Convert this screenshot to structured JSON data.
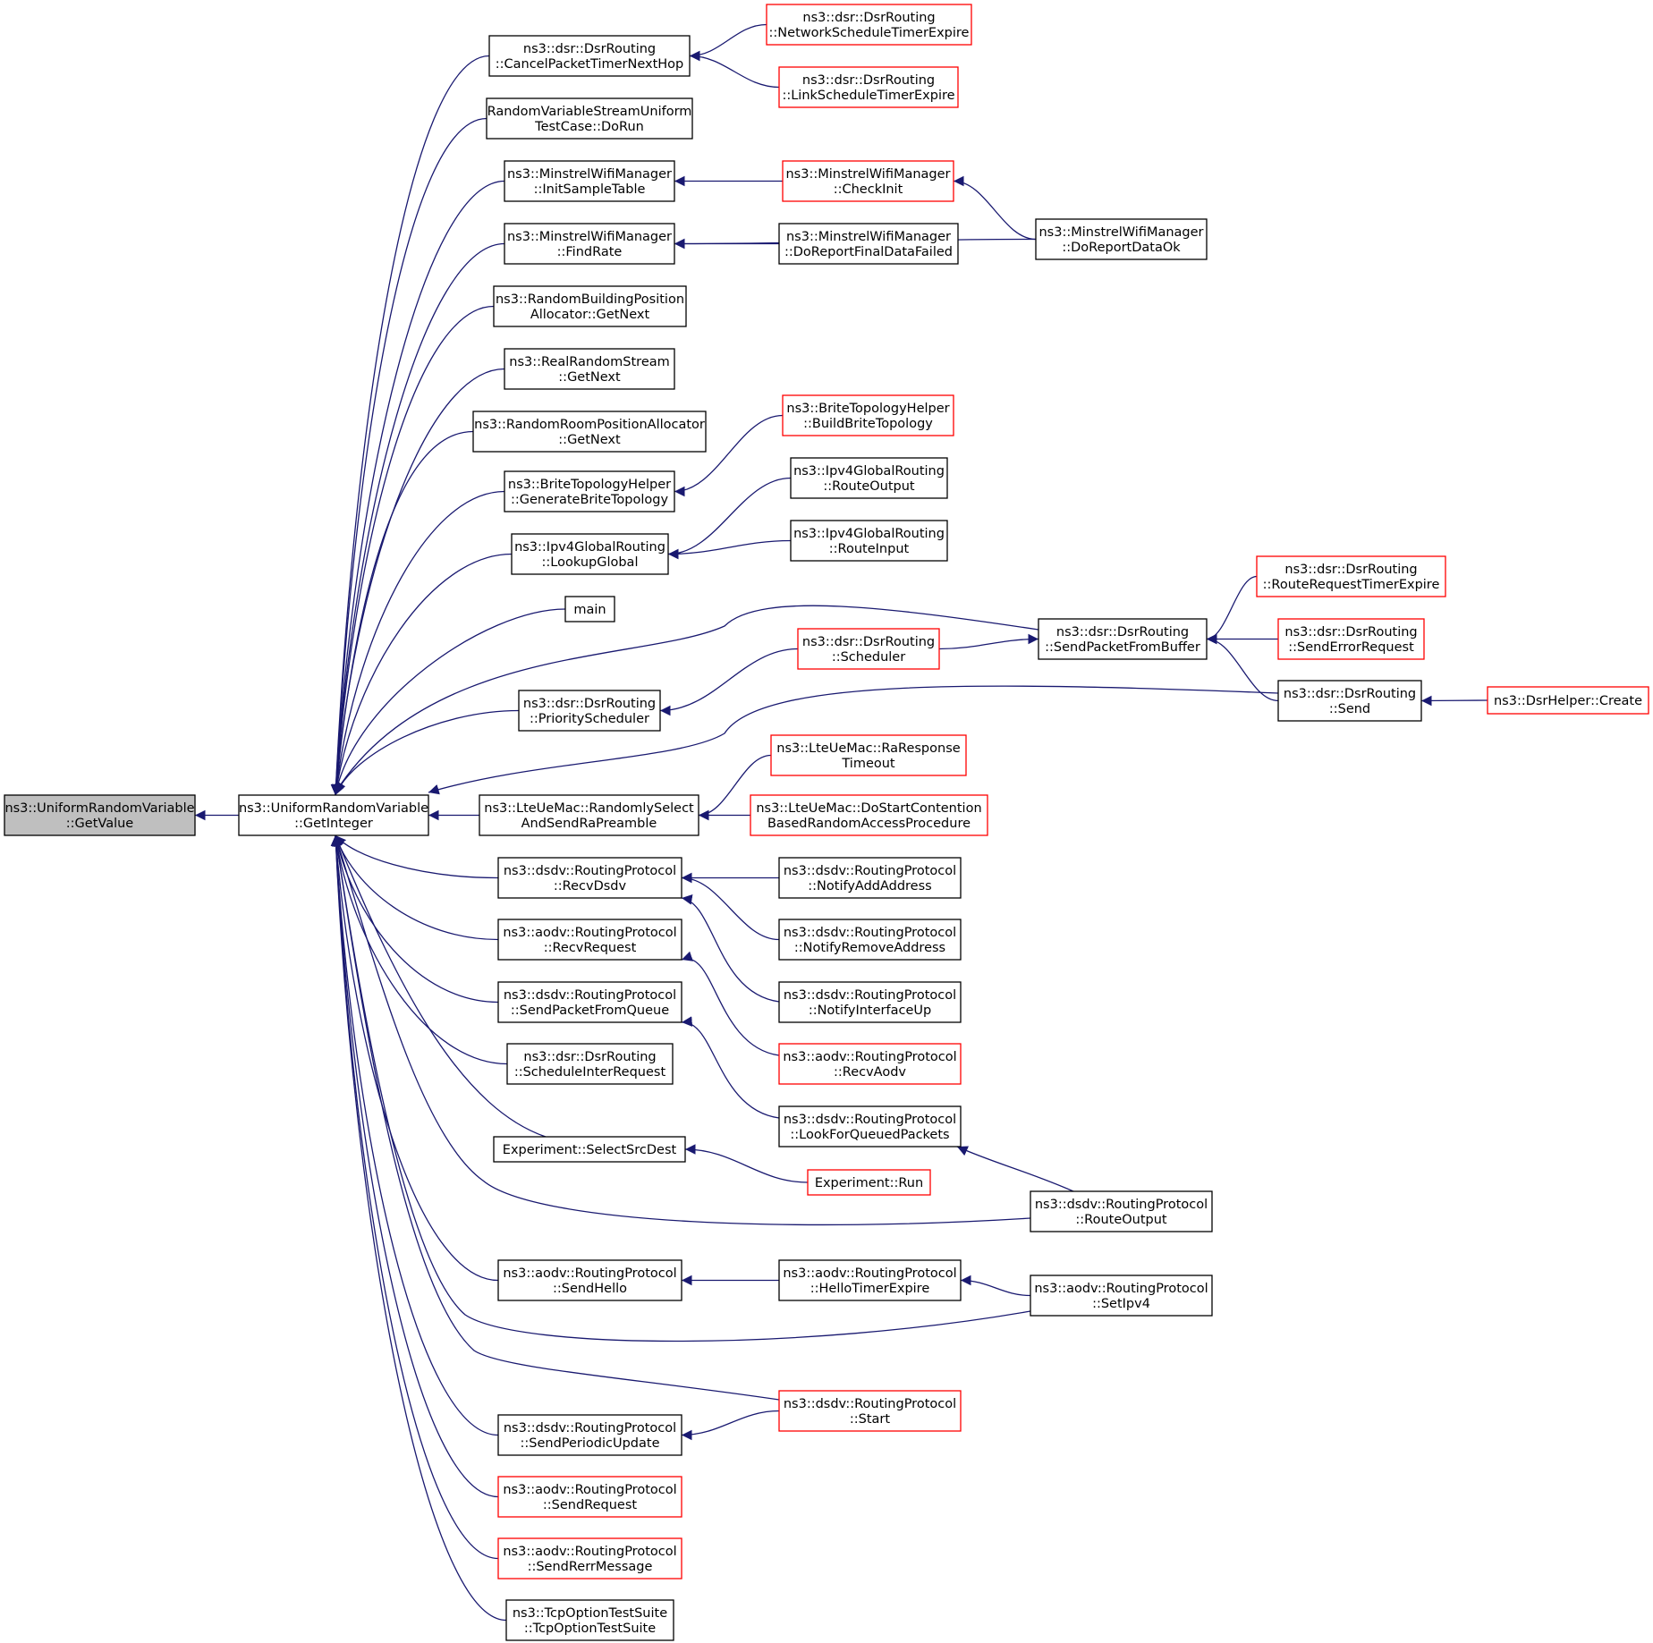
{
  "colors": {
    "edge": "#191970",
    "node_border": "#000000",
    "truncated_border": "#ff0000",
    "focus_fill": "#bfbfbf",
    "node_fill": "#ffffff"
  },
  "nodes": [
    {
      "id": "getvalue",
      "lines": [
        "ns3::UniformRandomVariable",
        "::GetValue"
      ],
      "style": "focus"
    },
    {
      "id": "getinteger",
      "lines": [
        "ns3::UniformRandomVariable",
        "::GetInteger"
      ],
      "style": "normal"
    },
    {
      "id": "cancelpacket",
      "lines": [
        "ns3::dsr::DsrRouting",
        "::CancelPacketTimerNextHop"
      ],
      "style": "normal"
    },
    {
      "id": "networkschedule",
      "lines": [
        "ns3::dsr::DsrRouting",
        "::NetworkScheduleTimerExpire"
      ],
      "style": "truncated"
    },
    {
      "id": "linkschedule",
      "lines": [
        "ns3::dsr::DsrRouting",
        "::LinkScheduleTimerExpire"
      ],
      "style": "truncated"
    },
    {
      "id": "rvsuniform",
      "lines": [
        "RandomVariableStreamUniform",
        "TestCase::DoRun"
      ],
      "style": "normal"
    },
    {
      "id": "initsample",
      "lines": [
        "ns3::MinstrelWifiManager",
        "::InitSampleTable"
      ],
      "style": "normal"
    },
    {
      "id": "checkinit",
      "lines": [
        "ns3::MinstrelWifiManager",
        "::CheckInit"
      ],
      "style": "truncated"
    },
    {
      "id": "reportdataok",
      "lines": [
        "ns3::MinstrelWifiManager",
        "::DoReportDataOk"
      ],
      "style": "normal"
    },
    {
      "id": "findrate",
      "lines": [
        "ns3::MinstrelWifiManager",
        "::FindRate"
      ],
      "style": "normal"
    },
    {
      "id": "reportfinal",
      "lines": [
        "ns3::MinstrelWifiManager",
        "::DoReportFinalDataFailed"
      ],
      "style": "normal"
    },
    {
      "id": "rbpa",
      "lines": [
        "ns3::RandomBuildingPosition",
        "Allocator::GetNext"
      ],
      "style": "normal"
    },
    {
      "id": "realrandom",
      "lines": [
        "ns3::RealRandomStream",
        "::GetNext"
      ],
      "style": "normal"
    },
    {
      "id": "rrpa",
      "lines": [
        "ns3::RandomRoomPositionAllocator",
        "::GetNext"
      ],
      "style": "normal"
    },
    {
      "id": "buildbrite",
      "lines": [
        "ns3::BriteTopologyHelper",
        "::BuildBriteTopology"
      ],
      "style": "truncated"
    },
    {
      "id": "generatebrite",
      "lines": [
        "ns3::BriteTopologyHelper",
        "::GenerateBriteTopology"
      ],
      "style": "normal"
    },
    {
      "id": "routeoutput4",
      "lines": [
        "ns3::Ipv4GlobalRouting",
        "::RouteOutput"
      ],
      "style": "normal"
    },
    {
      "id": "routeinput4",
      "lines": [
        "ns3::Ipv4GlobalRouting",
        "::RouteInput"
      ],
      "style": "normal"
    },
    {
      "id": "lookupglobal",
      "lines": [
        "ns3::Ipv4GlobalRouting",
        "::LookupGlobal"
      ],
      "style": "normal"
    },
    {
      "id": "routereqtimer",
      "lines": [
        "ns3::dsr::DsrRouting",
        "::RouteRequestTimerExpire"
      ],
      "style": "truncated"
    },
    {
      "id": "main",
      "lines": [
        "main"
      ],
      "style": "normal"
    },
    {
      "id": "sendpacketbuffer",
      "lines": [
        "ns3::dsr::DsrRouting",
        "::SendPacketFromBuffer"
      ],
      "style": "normal"
    },
    {
      "id": "scheduler",
      "lines": [
        "ns3::dsr::DsrRouting",
        "::Scheduler"
      ],
      "style": "truncated"
    },
    {
      "id": "senderrreq",
      "lines": [
        "ns3::dsr::DsrRouting",
        "::SendErrorRequest"
      ],
      "style": "truncated"
    },
    {
      "id": "dsrsend",
      "lines": [
        "ns3::dsr::DsrRouting",
        "::Send"
      ],
      "style": "normal"
    },
    {
      "id": "dsrhelpercreate",
      "lines": [
        "ns3::DsrHelper::Create"
      ],
      "style": "truncated"
    },
    {
      "id": "priosched",
      "lines": [
        "ns3::dsr::DsrRouting",
        "::PriorityScheduler"
      ],
      "style": "normal"
    },
    {
      "id": "raresponse",
      "lines": [
        "ns3::LteUeMac::RaResponse",
        "Timeout"
      ],
      "style": "truncated"
    },
    {
      "id": "randomlyselect",
      "lines": [
        "ns3::LteUeMac::RandomlySelect",
        "AndSendRaPreamble"
      ],
      "style": "normal"
    },
    {
      "id": "dostartcontention",
      "lines": [
        "ns3::LteUeMac::DoStartContention",
        "BasedRandomAccessProcedure"
      ],
      "style": "truncated"
    },
    {
      "id": "recvdsdv",
      "lines": [
        "ns3::dsdv::RoutingProtocol",
        "::RecvDsdv"
      ],
      "style": "normal"
    },
    {
      "id": "notifyadd",
      "lines": [
        "ns3::dsdv::RoutingProtocol",
        "::NotifyAddAddress"
      ],
      "style": "normal"
    },
    {
      "id": "notifyremove",
      "lines": [
        "ns3::dsdv::RoutingProtocol",
        "::NotifyRemoveAddress"
      ],
      "style": "normal"
    },
    {
      "id": "recvrequest",
      "lines": [
        "ns3::aodv::RoutingProtocol",
        "::RecvRequest"
      ],
      "style": "normal"
    },
    {
      "id": "notifyifup",
      "lines": [
        "ns3::dsdv::RoutingProtocol",
        "::NotifyInterfaceUp"
      ],
      "style": "normal"
    },
    {
      "id": "sendpacketqueue",
      "lines": [
        "ns3::dsdv::RoutingProtocol",
        "::SendPacketFromQueue"
      ],
      "style": "normal"
    },
    {
      "id": "recvaodv",
      "lines": [
        "ns3::aodv::RoutingProtocol",
        "::RecvAodv"
      ],
      "style": "truncated"
    },
    {
      "id": "scheduleinter",
      "lines": [
        "ns3::dsr::DsrRouting",
        "::ScheduleInterRequest"
      ],
      "style": "normal"
    },
    {
      "id": "lookforqueued",
      "lines": [
        "ns3::dsdv::RoutingProtocol",
        "::LookForQueuedPackets"
      ],
      "style": "normal"
    },
    {
      "id": "selectsrcdest",
      "lines": [
        "Experiment::SelectSrcDest"
      ],
      "style": "normal"
    },
    {
      "id": "experimentrun",
      "lines": [
        "Experiment::Run"
      ],
      "style": "truncated"
    },
    {
      "id": "routeoutputdsdv",
      "lines": [
        "ns3::dsdv::RoutingProtocol",
        "::RouteOutput"
      ],
      "style": "normal"
    },
    {
      "id": "sendhello",
      "lines": [
        "ns3::aodv::RoutingProtocol",
        "::SendHello"
      ],
      "style": "normal"
    },
    {
      "id": "hellotimer",
      "lines": [
        "ns3::aodv::RoutingProtocol",
        "::HelloTimerExpire"
      ],
      "style": "normal"
    },
    {
      "id": "setipv4",
      "lines": [
        "ns3::aodv::RoutingProtocol",
        "::SetIpv4"
      ],
      "style": "normal"
    },
    {
      "id": "dsdvstart",
      "lines": [
        "ns3::dsdv::RoutingProtocol",
        "::Start"
      ],
      "style": "truncated"
    },
    {
      "id": "sendperiodic",
      "lines": [
        "ns3::dsdv::RoutingProtocol",
        "::SendPeriodicUpdate"
      ],
      "style": "normal"
    },
    {
      "id": "sendrequest",
      "lines": [
        "ns3::aodv::RoutingProtocol",
        "::SendRequest"
      ],
      "style": "truncated"
    },
    {
      "id": "sendrerr",
      "lines": [
        "ns3::aodv::RoutingProtocol",
        "::SendRerrMessage"
      ],
      "style": "truncated"
    },
    {
      "id": "tcpoption",
      "lines": [
        "ns3::TcpOptionTestSuite",
        "::TcpOptionTestSuite"
      ],
      "style": "normal"
    }
  ],
  "edges": [
    {
      "from": "getinteger",
      "to": "getvalue"
    },
    {
      "from": "cancelpacket",
      "to": "getinteger"
    },
    {
      "from": "networkschedule",
      "to": "cancelpacket"
    },
    {
      "from": "linkschedule",
      "to": "cancelpacket"
    },
    {
      "from": "rvsuniform",
      "to": "getinteger"
    },
    {
      "from": "initsample",
      "to": "getinteger"
    },
    {
      "from": "checkinit",
      "to": "initsample"
    },
    {
      "from": "reportdataok",
      "to": "checkinit"
    },
    {
      "from": "findrate",
      "to": "getinteger"
    },
    {
      "from": "reportfinal",
      "to": "findrate"
    },
    {
      "from": "reportdataok",
      "to": "findrate"
    },
    {
      "from": "rbpa",
      "to": "getinteger"
    },
    {
      "from": "realrandom",
      "to": "getinteger"
    },
    {
      "from": "rrpa",
      "to": "getinteger"
    },
    {
      "from": "generatebrite",
      "to": "getinteger"
    },
    {
      "from": "buildbrite",
      "to": "generatebrite"
    },
    {
      "from": "lookupglobal",
      "to": "getinteger"
    },
    {
      "from": "routeoutput4",
      "to": "lookupglobal"
    },
    {
      "from": "routeinput4",
      "to": "lookupglobal"
    },
    {
      "from": "main",
      "to": "getinteger"
    },
    {
      "from": "sendpacketbuffer",
      "to": "getinteger"
    },
    {
      "from": "routereqtimer",
      "to": "sendpacketbuffer"
    },
    {
      "from": "senderrreq",
      "to": "sendpacketbuffer"
    },
    {
      "from": "dsrsend",
      "to": "sendpacketbuffer"
    },
    {
      "from": "scheduler",
      "to": "sendpacketbuffer"
    },
    {
      "from": "priosched",
      "to": "getinteger"
    },
    {
      "from": "scheduler",
      "to": "priosched"
    },
    {
      "from": "dsrsend",
      "to": "getinteger"
    },
    {
      "from": "dsrhelpercreate",
      "to": "dsrsend"
    },
    {
      "from": "randomlyselect",
      "to": "getinteger"
    },
    {
      "from": "raresponse",
      "to": "randomlyselect"
    },
    {
      "from": "dostartcontention",
      "to": "randomlyselect"
    },
    {
      "from": "recvdsdv",
      "to": "getinteger"
    },
    {
      "from": "notifyadd",
      "to": "recvdsdv"
    },
    {
      "from": "notifyremove",
      "to": "recvdsdv"
    },
    {
      "from": "notifyifup",
      "to": "recvdsdv"
    },
    {
      "from": "recvrequest",
      "to": "getinteger"
    },
    {
      "from": "recvaodv",
      "to": "recvrequest"
    },
    {
      "from": "sendpacketqueue",
      "to": "getinteger"
    },
    {
      "from": "lookforqueued",
      "to": "sendpacketqueue"
    },
    {
      "from": "routeoutputdsdv",
      "to": "lookforqueued"
    },
    {
      "from": "scheduleinter",
      "to": "getinteger"
    },
    {
      "from": "selectsrcdest",
      "to": "getinteger"
    },
    {
      "from": "experimentrun",
      "to": "selectsrcdest"
    },
    {
      "from": "routeoutputdsdv",
      "to": "getinteger"
    },
    {
      "from": "sendhello",
      "to": "getinteger"
    },
    {
      "from": "hellotimer",
      "to": "sendhello"
    },
    {
      "from": "setipv4",
      "to": "hellotimer"
    },
    {
      "from": "setipv4",
      "to": "getinteger"
    },
    {
      "from": "dsdvstart",
      "to": "getinteger"
    },
    {
      "from": "sendperiodic",
      "to": "getinteger"
    },
    {
      "from": "dsdvstart",
      "to": "sendperiodic"
    },
    {
      "from": "sendrequest",
      "to": "getinteger"
    },
    {
      "from": "sendrerr",
      "to": "getinteger"
    },
    {
      "from": "tcpoption",
      "to": "getinteger"
    }
  ]
}
